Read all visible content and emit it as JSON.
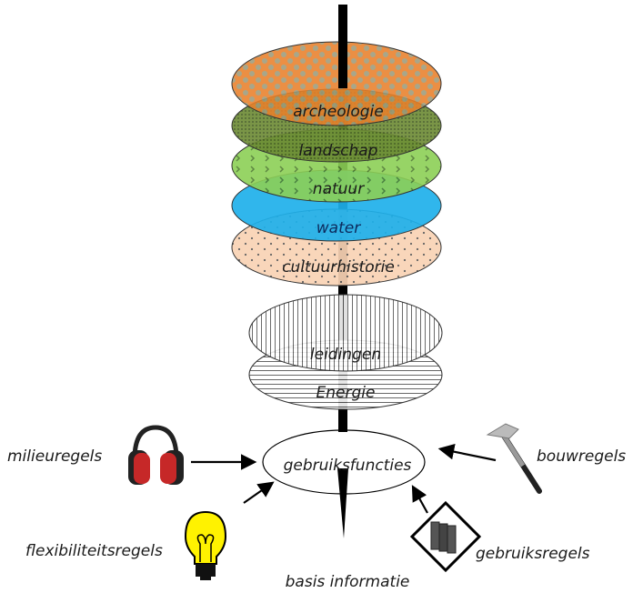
{
  "layers": [
    {
      "label": "archeologie",
      "color": "#e8802a",
      "pattern": "dots-large"
    },
    {
      "label": "landschap",
      "color": "#5e7d2a",
      "pattern": "fine-dots"
    },
    {
      "label": "natuur",
      "color": "#8ccf55",
      "pattern": "chevrons"
    },
    {
      "label": "water",
      "color": "#1eb0ea",
      "pattern": "none"
    },
    {
      "label": "cultuurhistorie",
      "color": "#f8d2b4",
      "pattern": "sparse-dots"
    }
  ],
  "infrastructure": [
    {
      "label": "leidingen",
      "pattern": "vertical-lines"
    },
    {
      "label": "Energie",
      "pattern": "horizontal-lines"
    }
  ],
  "center": {
    "label": "gebruiksfuncties"
  },
  "base": {
    "label": "basis informatie"
  },
  "rules": [
    {
      "label": "milieuregels",
      "icon": "headphones-icon"
    },
    {
      "label": "flexibiliteitsregels",
      "icon": "lightbulb-icon"
    },
    {
      "label": "bouwregels",
      "icon": "hammer-icon"
    },
    {
      "label": "gebruiksregels",
      "icon": "books-icon"
    }
  ]
}
